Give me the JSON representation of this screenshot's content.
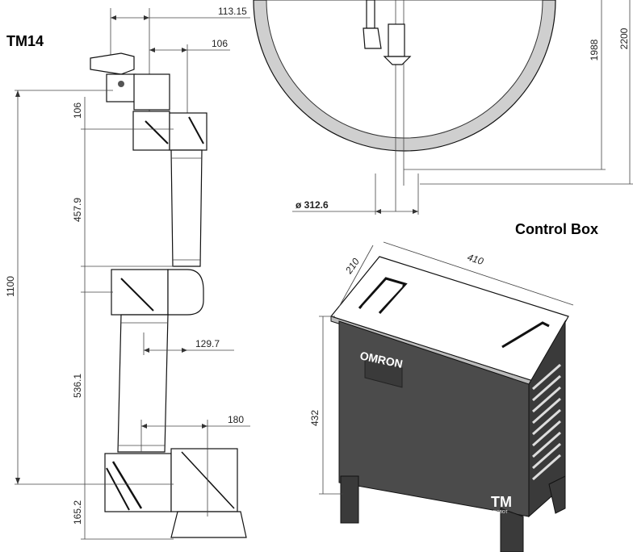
{
  "robot": {
    "model": "TM14",
    "dims": {
      "d113": "113.15",
      "d106_top": "106",
      "d106_side": "106",
      "d457": "457.9",
      "d1100": "1100",
      "d129": "129.7",
      "d536": "536.1",
      "d180": "180",
      "d165": "165.2"
    }
  },
  "reach": {
    "d1988": "1988",
    "d2200": "2200",
    "diameter": "ø 312.6"
  },
  "control_box": {
    "title": "Control Box",
    "depth": "210",
    "width": "410",
    "height": "432",
    "brand": "OMRON",
    "logo": "TM",
    "logo_sub": "ROBOT"
  }
}
